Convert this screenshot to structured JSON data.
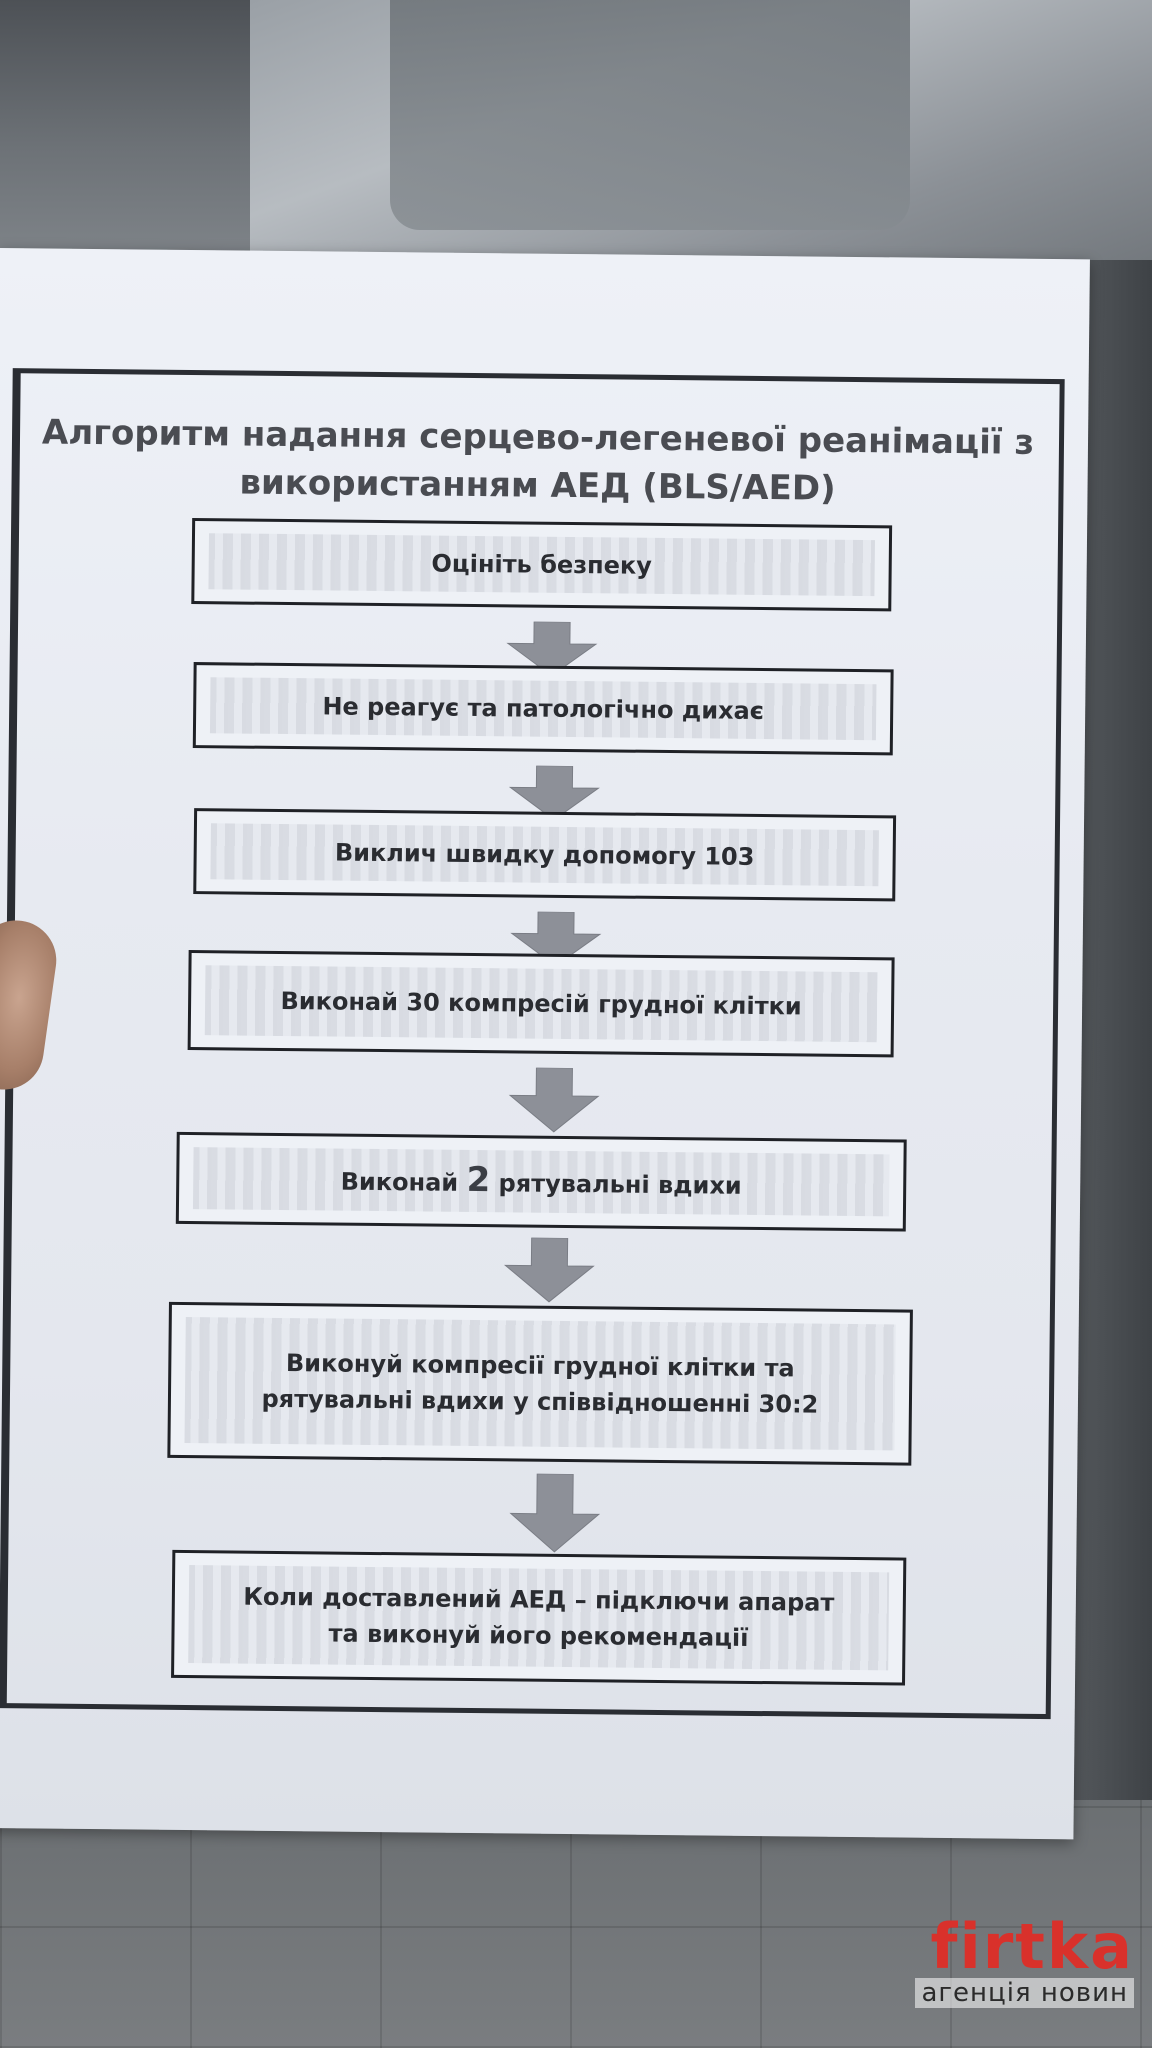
{
  "poster": {
    "title_line1": "Алгоритм надання серцево-легеневої реанімації з",
    "title_line2": "використанням АЕД (BLS/AED)",
    "steps": [
      {
        "text": "Оцініть безпеку"
      },
      {
        "text": "Не реагує та патологічно дихає"
      },
      {
        "text": "Виклич швидку допомогу 103"
      },
      {
        "text": "Виконай 30 компресій грудної клітки"
      },
      {
        "text_before": "Виконай",
        "number": "2",
        "text_after": "рятувальні вдихи"
      },
      {
        "text": "Виконуй компресії грудної клітки та рятувальні вдихи у співвідношенні 30:2"
      },
      {
        "text": "Коли доставлений АЕД – підключи апарат та виконуй його рекомендації"
      }
    ]
  },
  "logo": {
    "word": "firtka",
    "subtitle": "агенція новин",
    "color": "#d9312b"
  },
  "icons": {
    "step_arrow": "down-arrow-icon"
  }
}
